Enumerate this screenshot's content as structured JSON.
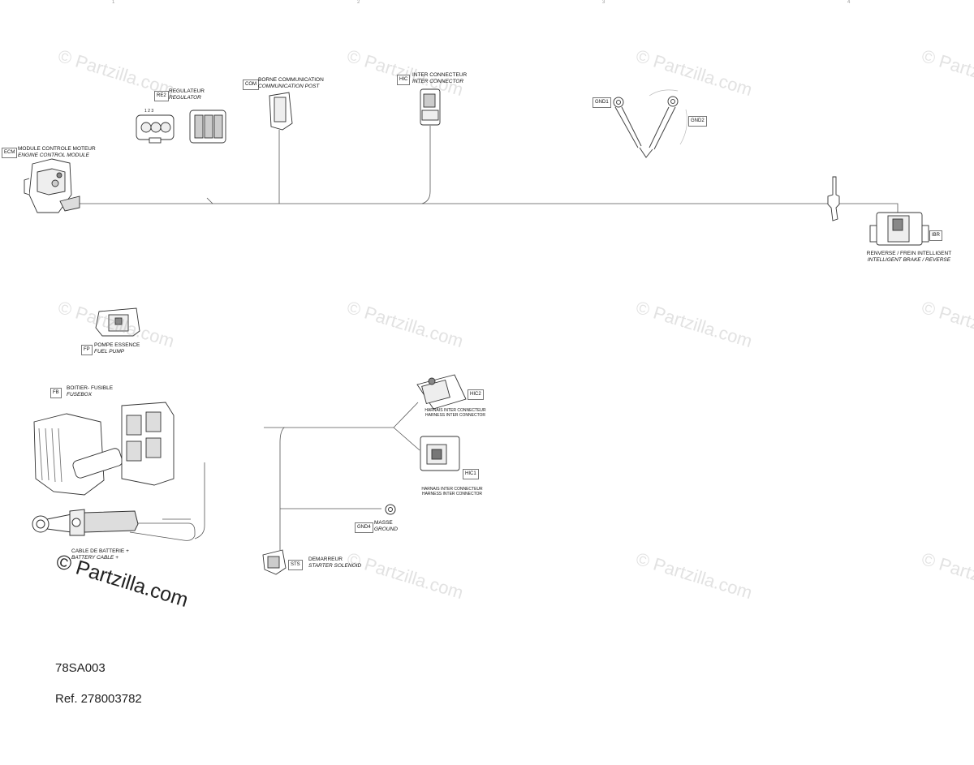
{
  "watermark": "© Partzilla.com",
  "column_numbers": [
    "1",
    "2",
    "3",
    "4"
  ],
  "components": {
    "ecm": {
      "code": "ECM",
      "fr": "MODULE CONTROLE MOTEUR",
      "en": "ENGINE CONTROL MODULE"
    },
    "re2": {
      "code": "RE2",
      "fr": "REGULATEUR",
      "en": "REGULATOR",
      "pins": "1 2 3"
    },
    "com": {
      "code": "COM",
      "fr": "BORNE COMMUNICATION",
      "en": "COMMUNICATION POST"
    },
    "hic": {
      "code": "HIC",
      "fr": "INTER CONNECTEUR",
      "en": "INTER CONNECTOR"
    },
    "gnd1": {
      "code": "GND1"
    },
    "gnd2": {
      "code": "GND2"
    },
    "ibr": {
      "code": "IBR",
      "fr": "RENVERSE / FREIN INTELLIGENT",
      "en": "INTELLIGENT BRAKE / REVERSE"
    },
    "fp": {
      "code": "FP",
      "fr": "POMPE ESSENCE",
      "en": "FUEL PUMP"
    },
    "fb": {
      "code": "FB",
      "fr": "BOITIER- FUSIBLE",
      "en": "FUSEBOX"
    },
    "bat": {
      "fr": "CABLE DE BATTERIE +",
      "en": "BATTERY CABLE +"
    },
    "hic2": {
      "code": "HIC2",
      "fr": "HARNAIS INTER CONNECTEUR",
      "en": "HARNESS INTER CONNECTOR"
    },
    "hic1": {
      "code": "HIC1",
      "fr": "HARNAIS INTER CONNECTEUR",
      "en": "HARNESS INTER CONNECTOR"
    },
    "gnd4": {
      "code": "GND4",
      "fr": "MASSE",
      "en": "GROUND"
    },
    "sts": {
      "code": "STS",
      "fr": "DEMARREUR",
      "en": "STARTER SOLENOID"
    }
  },
  "footer": {
    "code": "78SA003",
    "ref": "Ref. 278003782"
  }
}
